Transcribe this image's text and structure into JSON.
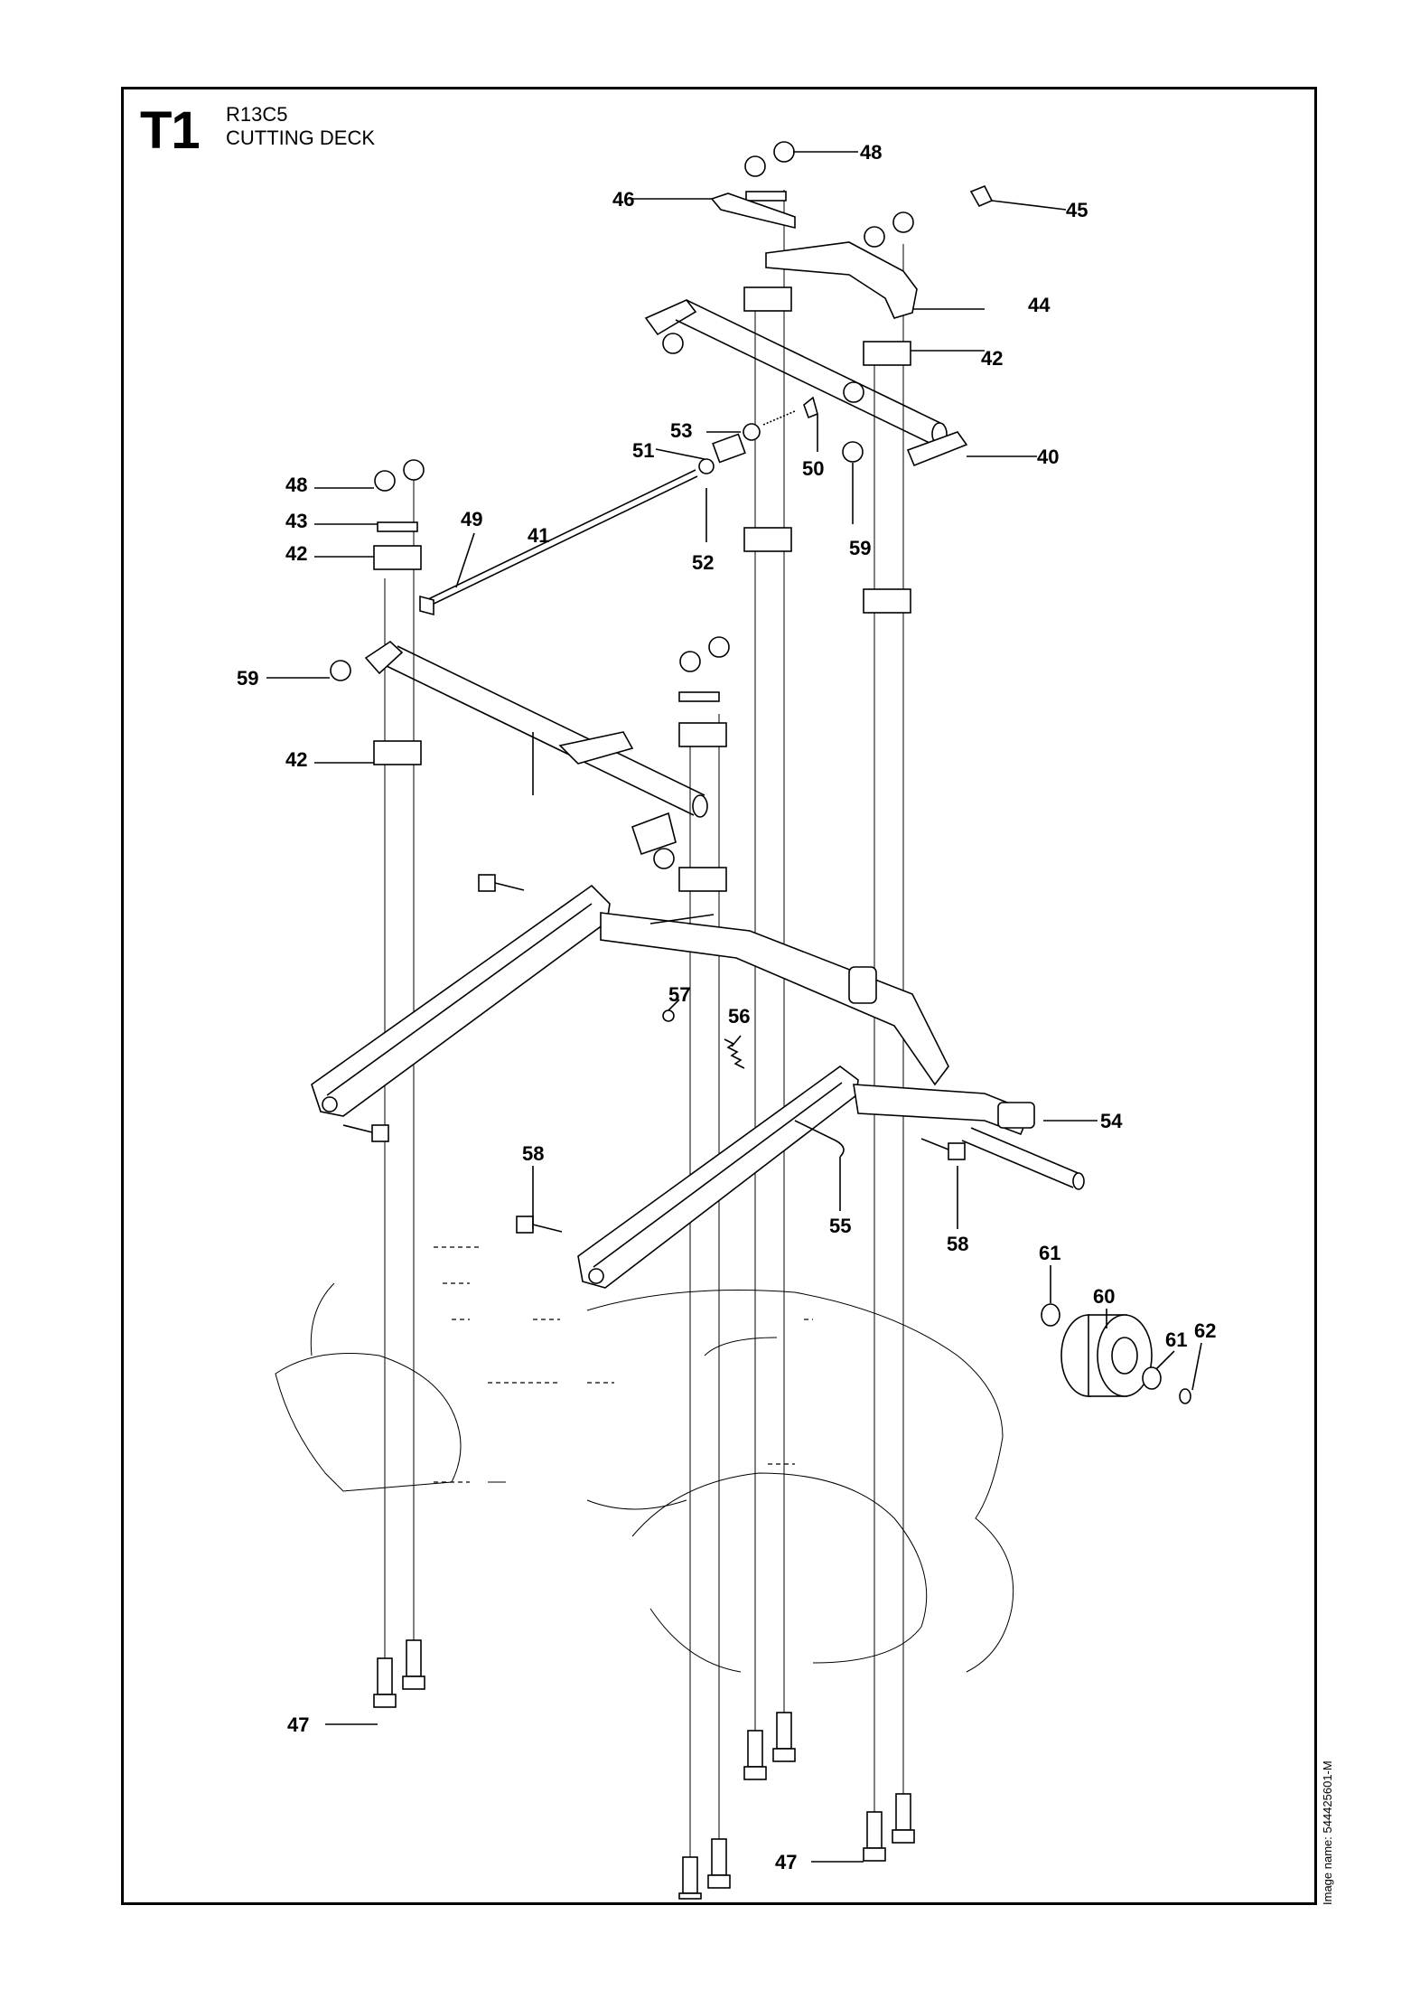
{
  "header": {
    "sheet_code": "T1",
    "model": "R13C5",
    "section": "CUTTING DECK"
  },
  "footer": {
    "image_name": "Image name: 544425601-M"
  },
  "callouts": [
    "40",
    "41",
    "42",
    "42",
    "42",
    "43",
    "44",
    "45",
    "46",
    "47",
    "47",
    "48",
    "48",
    "49",
    "50",
    "51",
    "52",
    "53",
    "54",
    "55",
    "56",
    "57",
    "58",
    "58",
    "59",
    "59",
    "60",
    "61",
    "61",
    "62"
  ]
}
